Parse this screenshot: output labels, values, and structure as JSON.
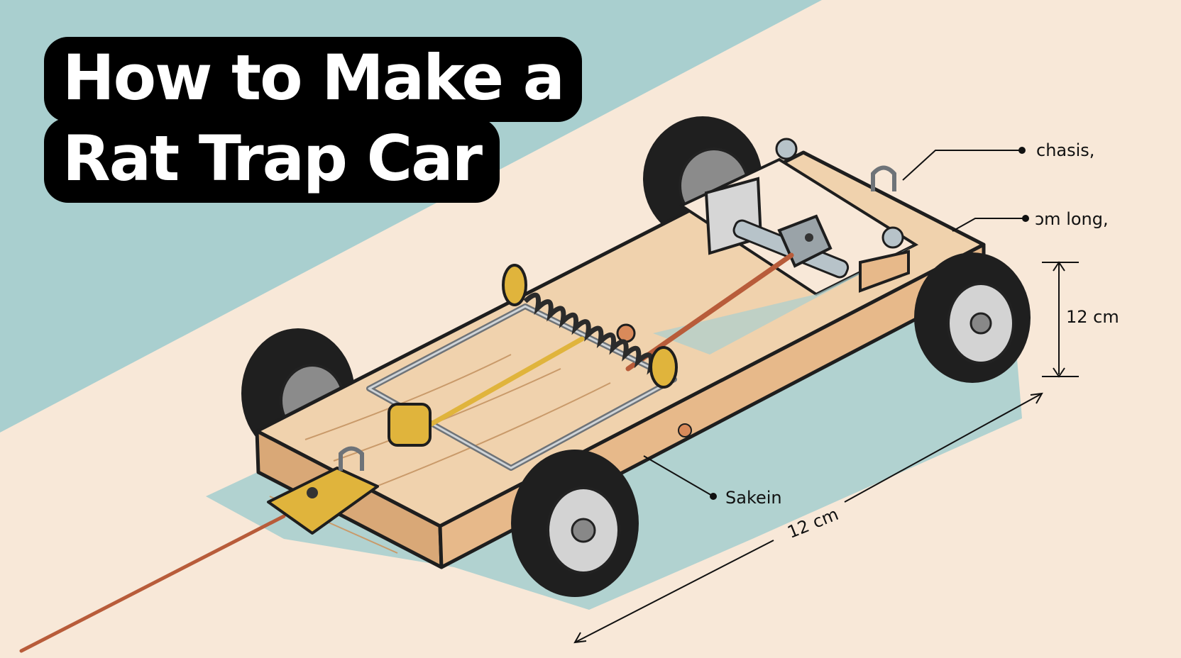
{
  "title": {
    "line1": "How to Make a",
    "line2": "Rat Trap Car"
  },
  "labels": {
    "chassis": "chasis,",
    "length": "ɔm long,",
    "height": "12 cm",
    "base": "Sakein",
    "width": "12 cm"
  },
  "colors": {
    "background": "#f8e8d8",
    "shadow": "#a9cfcf",
    "wood": "#edc9a0",
    "tire": "#1f1f1f",
    "brass": "#e0b43c",
    "string": "#b85c3a",
    "title_bg": "#000000",
    "title_text": "#ffffff"
  },
  "icons": [
    "rat-trap-car-illustration",
    "spring-icon",
    "wheel-icon",
    "pull-string-icon"
  ]
}
